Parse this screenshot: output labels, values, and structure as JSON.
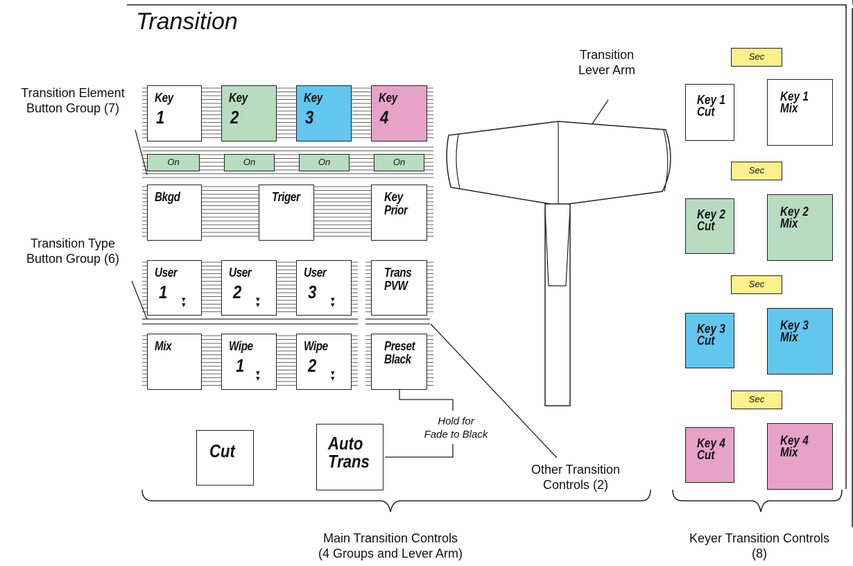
{
  "panel_title": "Transition",
  "callouts": {
    "element_group": "Transition Element\nButton Group (7)",
    "type_group": "Transition Type\nButton Group (6)",
    "lever_arm": "Transition\nLever Arm",
    "other_controls": "Other Transition\nControls (2)",
    "main_controls": "Main Transition Controls\n(4 Groups and Lever Arm)",
    "keyer_controls": "Keyer Transition Controls\n(8)",
    "fade_note": "Hold for\nFade to Black"
  },
  "key_buttons": [
    {
      "label": "Key",
      "num": "1",
      "color": "#ffffff"
    },
    {
      "label": "Key",
      "num": "2",
      "color": "#b8dcc0"
    },
    {
      "label": "Key",
      "num": "3",
      "color": "#62c6ee"
    },
    {
      "label": "Key",
      "num": "4",
      "color": "#e7a2c8"
    }
  ],
  "on_buttons": [
    "On",
    "On",
    "On",
    "On"
  ],
  "on_color": "#b8dcc0",
  "row3_buttons": [
    "Bkgd",
    "Triger",
    "Key\nPrior"
  ],
  "user_buttons": [
    {
      "label": "User",
      "num": "1"
    },
    {
      "label": "User",
      "num": "2"
    },
    {
      "label": "User",
      "num": "3"
    }
  ],
  "trans_pvw": "Trans\nPVW",
  "mix_button": "Mix",
  "wipe_buttons": [
    {
      "label": "Wipe",
      "num": "1"
    },
    {
      "label": "Wipe",
      "num": "2"
    }
  ],
  "preset_black": "Preset\nBlack",
  "cut_button": "Cut",
  "auto_trans": "Auto\nTrans",
  "menu_arrow": "▾\n▾",
  "keyer": {
    "sec_label": "Sec",
    "sec_color": "#fcf18c",
    "rows": [
      {
        "cut": "Key 1\nCut",
        "mix": "Key 1\nMix",
        "color": "#ffffff"
      },
      {
        "cut": "Key 2\nCut",
        "mix": "Key 2\nMix",
        "color": "#b8dcc0"
      },
      {
        "cut": "Key 3\nCut",
        "mix": "Key 3\nMix",
        "color": "#62c6ee"
      },
      {
        "cut": "Key 4\nCut",
        "mix": "Key 4\nMix",
        "color": "#e7a2c8"
      }
    ]
  }
}
